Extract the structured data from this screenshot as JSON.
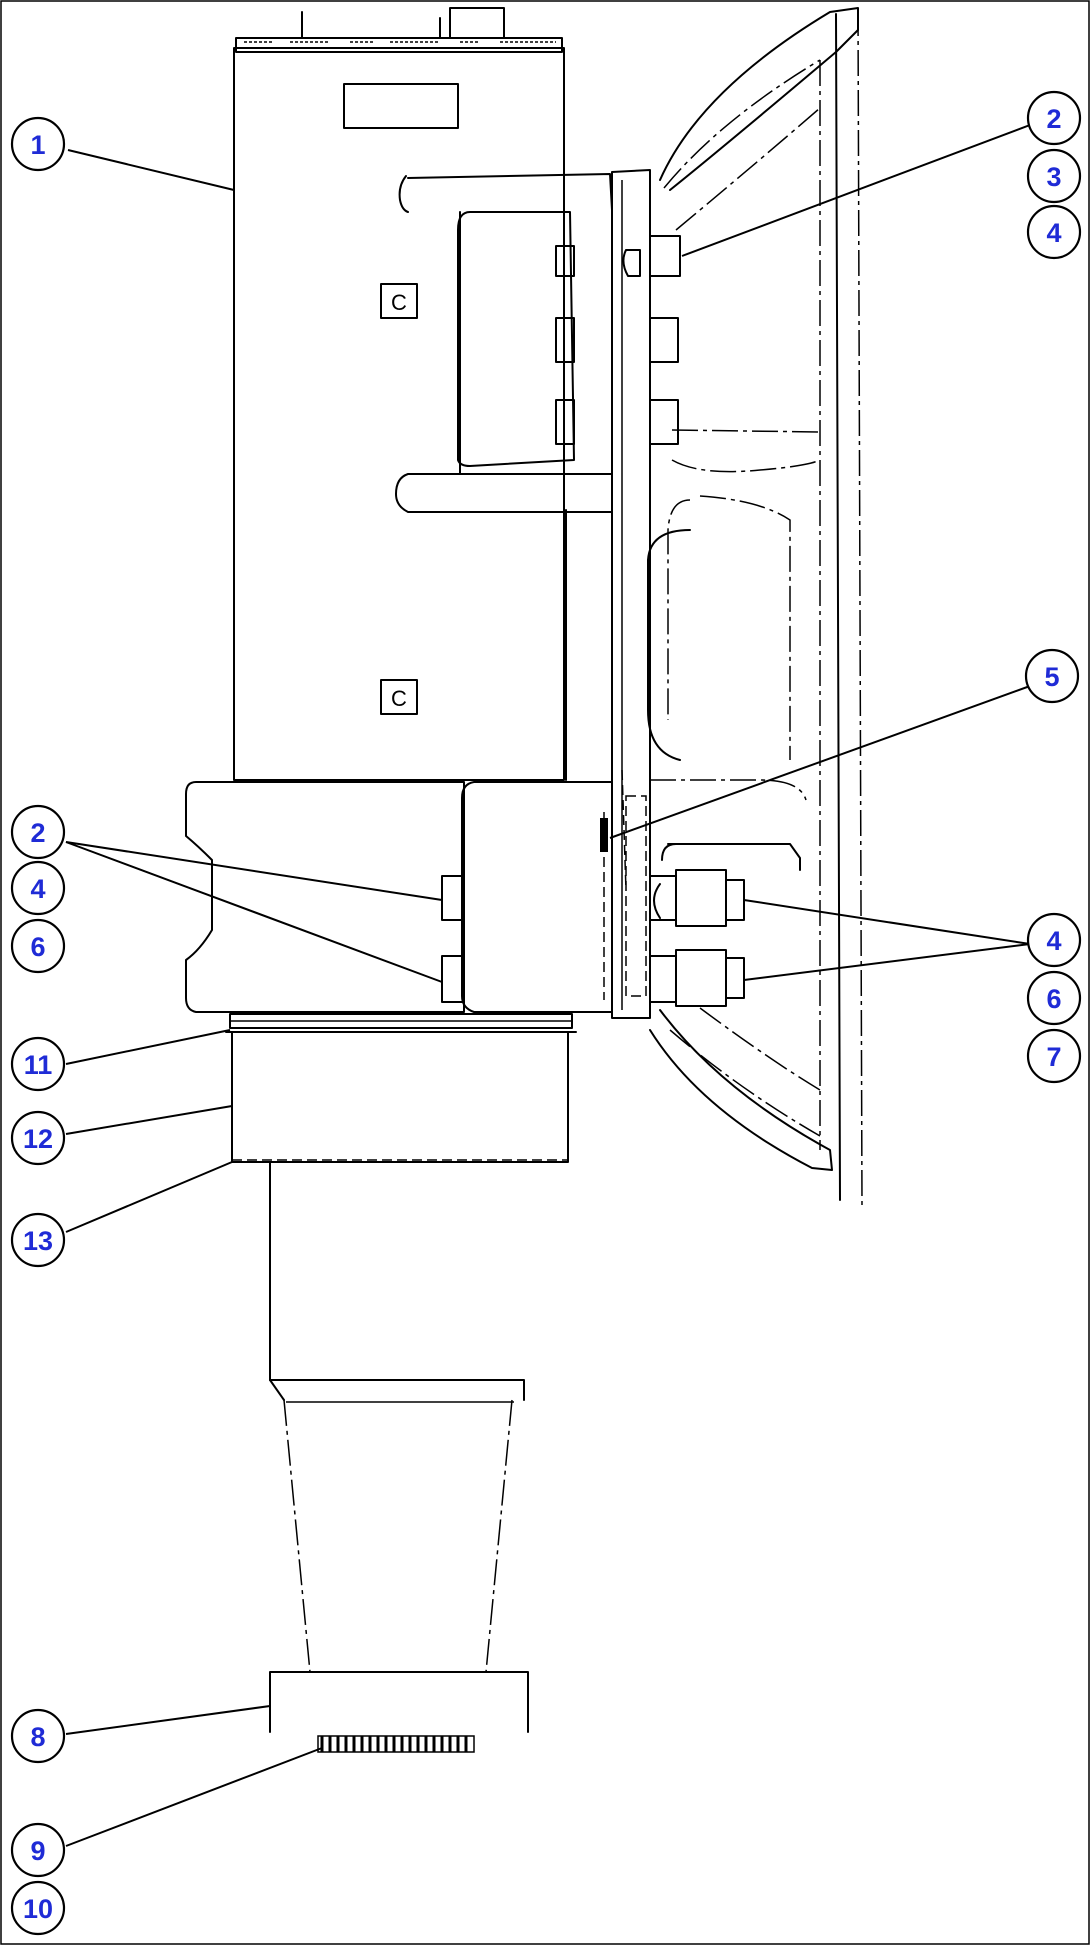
{
  "body_markers": [
    "C",
    "C"
  ],
  "callouts": [
    "1",
    "2",
    "3",
    "4",
    "2",
    "4",
    "6",
    "5",
    "4",
    "6",
    "7",
    "11",
    "12",
    "13",
    "8",
    "9",
    "10"
  ],
  "colors": {
    "line": "#000000",
    "callout_text": "#1f2bd6",
    "background": "#ffffff"
  }
}
